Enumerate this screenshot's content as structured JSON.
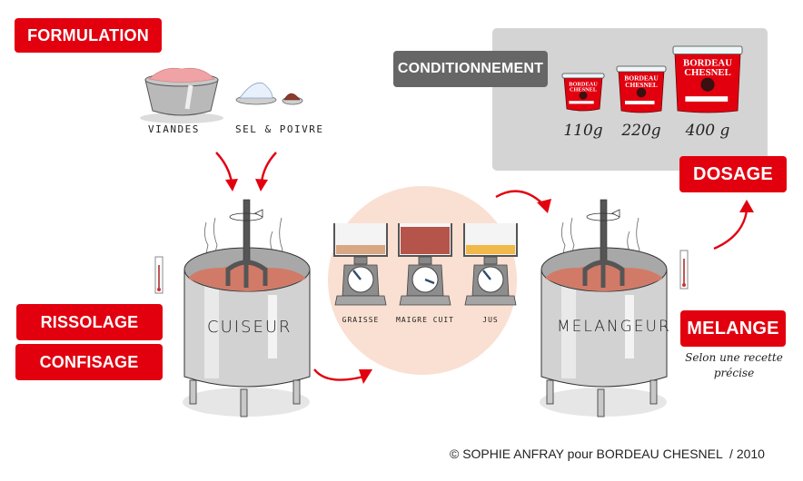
{
  "stages": {
    "formulation": "FORMULATION",
    "rissolage": "RISSOLAGE",
    "confisage": "CONFISAGE",
    "melange": "MELANGE",
    "dosage": "DOSAGE",
    "conditionnement": "CONDITIONNEMENT"
  },
  "ingredients": [
    {
      "label": "VIANDES",
      "icon": "meat-bowl-icon"
    },
    {
      "label": "SEL & POIVRE",
      "icon": "salt-pepper-icon"
    }
  ],
  "vessels": {
    "cooker": "CUISEUR",
    "mixer": "MELANGEUR"
  },
  "scales": [
    {
      "label": "GRAISSE",
      "color": "#d9a784"
    },
    {
      "label": "MAIGRE CUIT",
      "color": "#b5544a"
    },
    {
      "label": "JUS",
      "color": "#f0b94a"
    }
  ],
  "melange_note": [
    "Selon une recette",
    "précise"
  ],
  "packaging": {
    "brand": [
      "BORDEAU",
      "CHESNEL"
    ],
    "sizes": [
      "110g",
      "220g",
      "400 g"
    ]
  },
  "credit": "© SOPHIE ANFRAY pour BORDEAU CHESNEL  / 2010",
  "colors": {
    "accent_red": "#e2000f",
    "gray_tag": "#666666",
    "panel_gray": "#d4d4d4",
    "circle_peach": "#fae0d2"
  }
}
